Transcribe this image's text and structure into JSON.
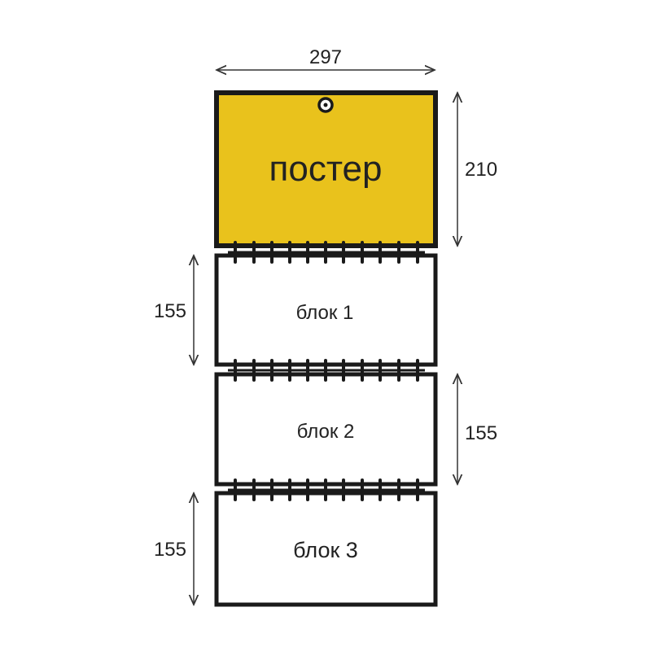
{
  "colors": {
    "poster_fill": "#E9C21C",
    "outline": "#1a1a1a",
    "block_fill": "#ffffff",
    "dimension_line": "#333333"
  },
  "dimensions": {
    "width_label": "297",
    "poster_height_label": "210",
    "block1_height_label": "155",
    "block2_height_label": "155",
    "block3_height_label": "155"
  },
  "poster": {
    "label": "постер"
  },
  "blocks": [
    {
      "label": "блок 1"
    },
    {
      "label": "блок 2"
    },
    {
      "label": "блок 3"
    }
  ],
  "icons": {
    "hanging_hole": "hanging-hole-icon",
    "spiral_binding": "spiral-binding-icon",
    "arrow": "double-arrow-icon"
  }
}
